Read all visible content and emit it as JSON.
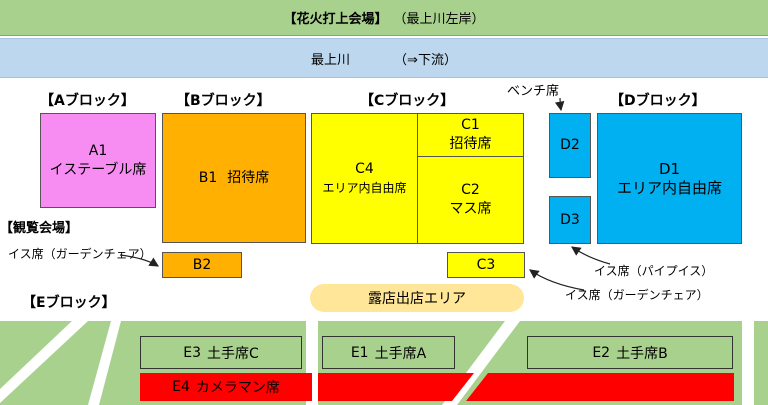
{
  "banner": {
    "title": "【花火打上会場】",
    "subtitle": "（最上川左岸）"
  },
  "river": {
    "name": "最上川",
    "direction": "（⇒下流）"
  },
  "blocks": {
    "a": {
      "label": "【Aブロック】",
      "a1": {
        "id": "A1",
        "name": "イステーブル席"
      }
    },
    "b": {
      "label": "【Bブロック】",
      "b1": {
        "id": "B1",
        "name": "招待席"
      },
      "b2": {
        "id": "B2"
      }
    },
    "c": {
      "label": "【Cブロック】",
      "c1": {
        "id": "C1",
        "name": "招待席"
      },
      "c2": {
        "id": "C2",
        "name": "マス席"
      },
      "c3": {
        "id": "C3"
      },
      "c4": {
        "id": "C4",
        "name": "エリア内自由席"
      }
    },
    "d": {
      "label": "【Dブロック】",
      "d1": {
        "id": "D1",
        "name": "エリア内自由席"
      },
      "d2": {
        "id": "D2"
      },
      "d3": {
        "id": "D3"
      }
    },
    "e": {
      "label": "【Eブロック】",
      "e1": {
        "id": "E1",
        "name": "土手席A"
      },
      "e2": {
        "id": "E2",
        "name": "土手席B"
      },
      "e3": {
        "id": "E3",
        "name": "土手席C"
      },
      "e4": {
        "id": "E4",
        "name": "カメラマン席"
      }
    }
  },
  "viewing_area": "【観覧会場】",
  "annotations": {
    "bench": "ベンチ席",
    "garden_chair_b": "イス席（ガーデンチェア）",
    "pipe_chair": "イス席（パイプイス）",
    "garden_chair_c": "イス席（ガーデンチェア）"
  },
  "stalls": "露店出店エリア",
  "colors": {
    "grass": "#a9d18e",
    "river": "#bdd7ee",
    "pink": "#f78cf2",
    "orange": "#ffb000",
    "yellow": "#ffff00",
    "blue": "#00b0f0",
    "red": "#ff0000",
    "stall": "#ffe699"
  }
}
